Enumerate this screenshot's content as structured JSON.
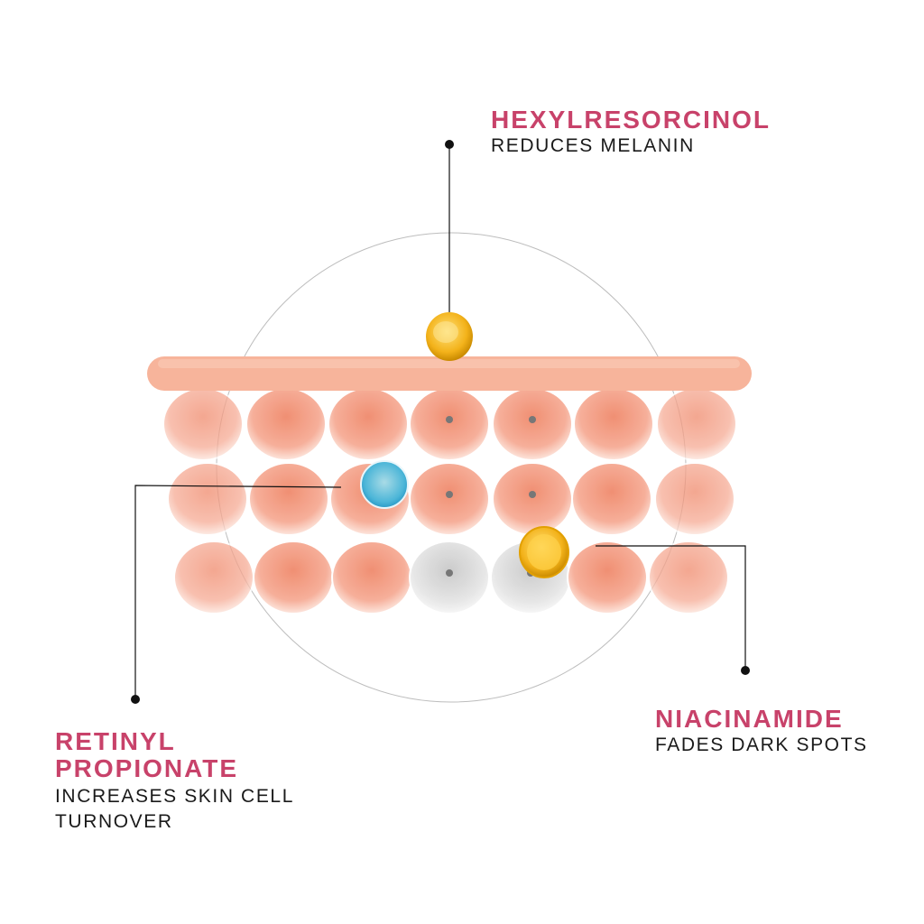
{
  "colors": {
    "accent": "#c8426a",
    "text": "#1a1a1a",
    "cell": "#f4a08a",
    "membrane": "#f7b9a0"
  },
  "ingredients": [
    {
      "title": "HEXYLRESORCINOL",
      "subtitle": "REDUCES MELANIN",
      "icon": "gold-molecule-icon"
    },
    {
      "title_line1": "RETINYL",
      "title_line2": "PROPIONATE",
      "subtitle_line1": "INCREASES SKIN CELL",
      "subtitle_line2": "TURNOVER",
      "icon": "blue-molecule-icon"
    },
    {
      "title": "NIACINAMIDE",
      "subtitle": "FADES DARK SPOTS",
      "icon": "citrus-molecule-icon"
    }
  ]
}
